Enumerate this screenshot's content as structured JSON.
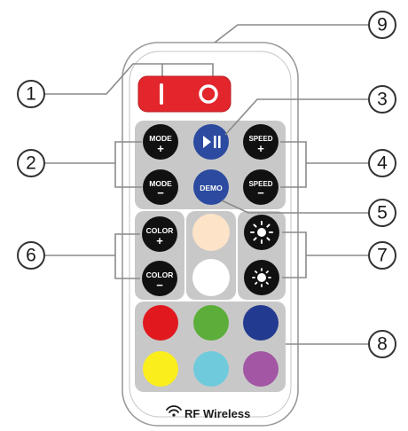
{
  "remote": {
    "power_off_symbol": "I",
    "power_on_symbol": "O",
    "play_pause_icon": "play-pause-icon",
    "mode_label": "MODE",
    "speed_label": "SPEED",
    "color_label": "COLOR",
    "demo_label": "DEMO",
    "plus": "+",
    "minus": "−",
    "brand": "RF Wireless",
    "brand_icon": "wifi-icon"
  },
  "colors": {
    "warm_white": "#fde3c8",
    "white": "#ffffff",
    "red": "#e1191f",
    "green": "#5cae3a",
    "blue": "#223a8f",
    "yellow": "#fbee1d",
    "cyan": "#6fcbdc",
    "purple": "#a256a4",
    "power_bar": "#e3262c",
    "button_black": "#111111",
    "button_blue": "#2b4aa0",
    "panel_gray": "#c8c8c8"
  },
  "callouts": [
    "1",
    "2",
    "3",
    "4",
    "5",
    "6",
    "7",
    "8",
    "9"
  ]
}
